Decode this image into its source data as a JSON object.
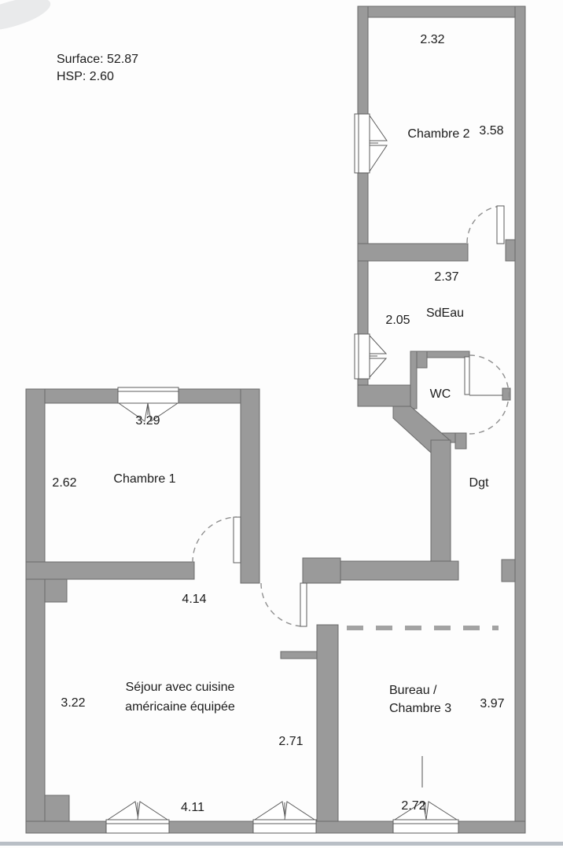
{
  "meta": {
    "surface_label": "Surface: 52.87",
    "hsp_label": "HSP: 2.60"
  },
  "labels": {
    "chambre2": "Chambre 2",
    "sdeau": "SdEau",
    "wc": "WC",
    "dgt": "Dgt",
    "chambre1": "Chambre 1",
    "sejour_line1": "Séjour avec cuisine",
    "sejour_line2": "américaine équipée",
    "bureau_line1": "Bureau /",
    "bureau_line2": "Chambre 3"
  },
  "dims": {
    "chambre2_width": "2.32",
    "chambre2_height": "3.58",
    "sdeau_width": "2.37",
    "sdeau_height": "2.05",
    "chambre1_width": "3.29",
    "chambre1_height": "2.62",
    "sejour_top": "4.14",
    "sejour_height": "3.22",
    "sejour_right": "2.71",
    "sejour_bottom": "4.11",
    "bureau_height": "3.97",
    "bureau_width": "2.72"
  },
  "colors": {
    "wall-fill": "#9a9a9a",
    "wall-stroke": "#6a6a6a",
    "line": "#5c5c5c",
    "arc": "#8f8f8f",
    "partition": "#a3a3a3",
    "text": "#1c1c1c",
    "baseline": "#b9bfc6"
  }
}
